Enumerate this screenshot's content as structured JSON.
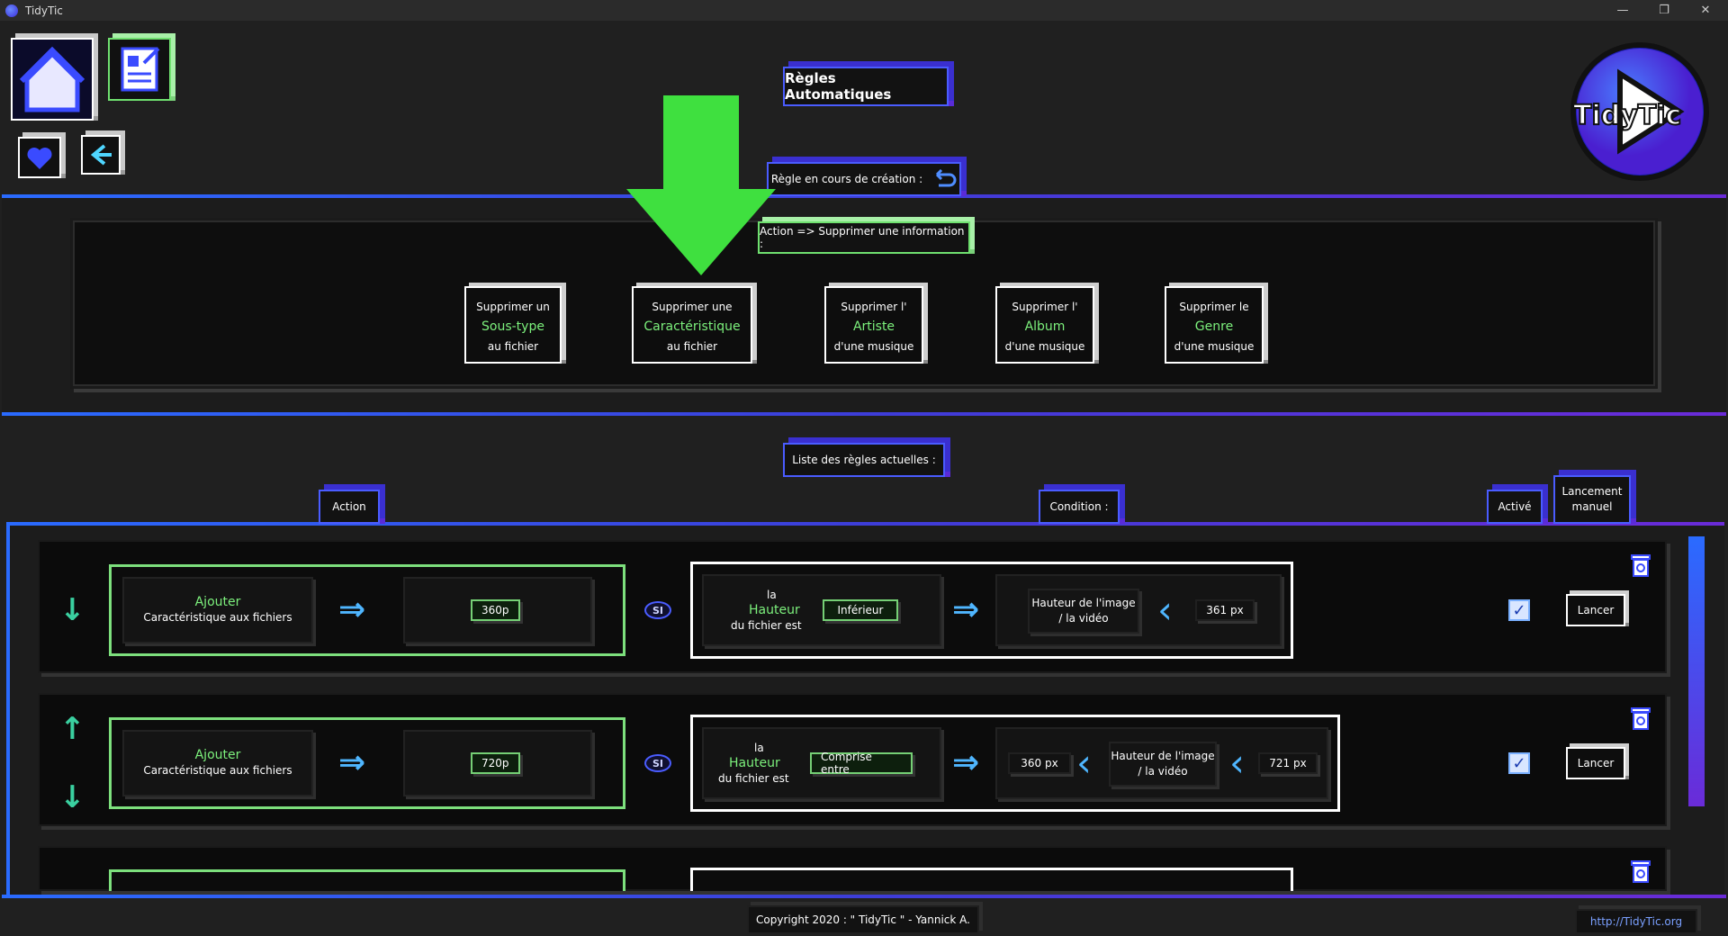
{
  "window": {
    "title": "TidyTic",
    "minimize": "—",
    "maximize": "❐",
    "close": "✕"
  },
  "header": {
    "section_title": "Règles Automatiques",
    "rule_in_progress": "Règle en cours de création :",
    "logo_text": "TidyTic"
  },
  "action_panel": {
    "label": "Action => Supprimer une information :",
    "choices": [
      {
        "line1": "Supprimer un",
        "highlight": "Sous-type",
        "line3": "au fichier"
      },
      {
        "line1": "Supprimer une",
        "highlight": "Caractéristique",
        "line3": "au fichier"
      },
      {
        "line1": "Supprimer l'",
        "highlight": "Artiste",
        "line3": "d'une musique"
      },
      {
        "line1": "Supprimer l'",
        "highlight": "Album",
        "line3": "d'une musique"
      },
      {
        "line1": "Supprimer le",
        "highlight": "Genre",
        "line3": "d'une musique"
      }
    ]
  },
  "rules_list": {
    "title": "Liste des règles actuelles :",
    "col_action": "Action",
    "col_condition": "Condition :",
    "col_active": "Activé",
    "col_manual": "Lancement manuel",
    "si_label": "SI",
    "launch_label": "Lancer",
    "rows": [
      {
        "action_verb": "Ajouter",
        "action_desc": "Caractéristique aux fichiers",
        "value": "360p",
        "cond_prefix": "la",
        "cond_field": "Hauteur",
        "cond_suffix": "du fichier est",
        "operator": "Inférieur",
        "target_label": "Hauteur de l'image / la vidéo",
        "bound_right": "361 px",
        "active": true
      },
      {
        "action_verb": "Ajouter",
        "action_desc": "Caractéristique aux fichiers",
        "value": "720p",
        "cond_prefix": "la",
        "cond_field": "Hauteur",
        "cond_suffix": "du fichier est",
        "operator": "Comprise entre",
        "bound_left": "360 px",
        "target_label": "Hauteur de l'image / la vidéo",
        "bound_right": "721 px",
        "active": true
      }
    ]
  },
  "footer": {
    "copyright": "Copyright 2020 : \" TidyTic \" - Yannick A.",
    "website": "http://TidyTic.org"
  },
  "colors": {
    "accent_blue": "#2a6bff",
    "accent_purple": "#6a2bd8",
    "accent_green": "#7cf07c",
    "arrow_green": "#3fe03f"
  }
}
